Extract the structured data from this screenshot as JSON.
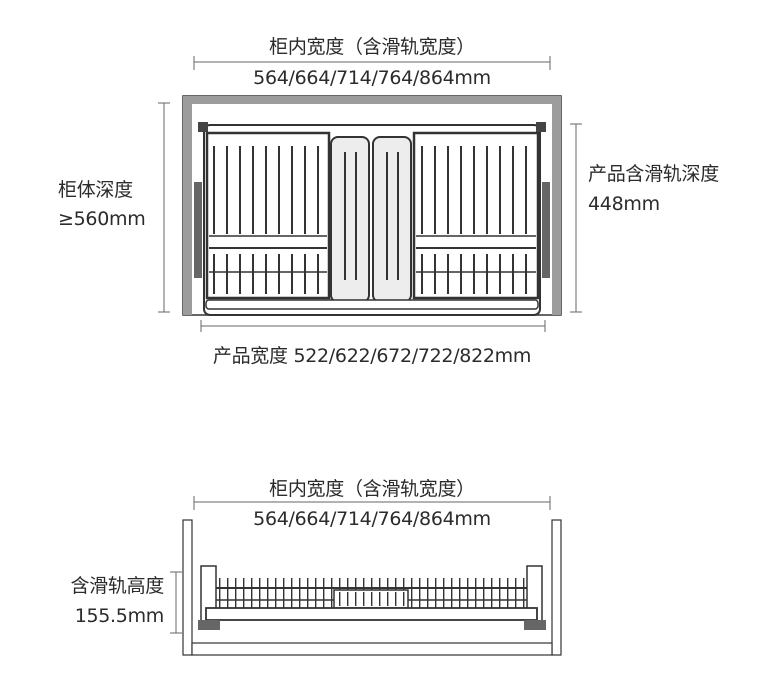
{
  "top_view": {
    "inner_width_label": "柜内宽度（含滑轨宽度）",
    "inner_width_value": "564/664/714/764/864mm",
    "cabinet_depth_label": "柜体深度",
    "cabinet_depth_value": "≥560mm",
    "product_depth_label": "产品含滑轨深度",
    "product_depth_value": "448mm",
    "product_width_text": "产品宽度 522/622/672/722/822mm"
  },
  "front_view": {
    "inner_width_label": "柜内宽度（含滑轨宽度）",
    "inner_width_value": "564/664/714/764/864mm",
    "height_label": "含滑轨高度",
    "height_value": "155.5mm"
  }
}
